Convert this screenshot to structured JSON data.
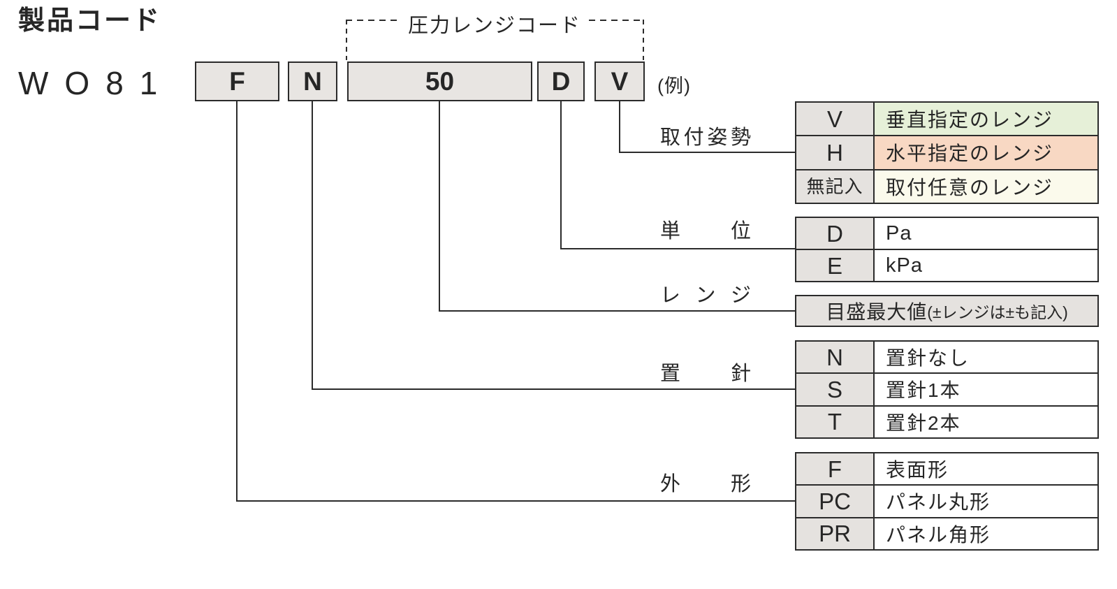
{
  "title": "製品コード",
  "code_prefix": "WO81",
  "example_label": "(例)",
  "range_code_label": "圧力レンジコード",
  "code_boxes": [
    {
      "label": "F"
    },
    {
      "label": "N"
    },
    {
      "label": "50"
    },
    {
      "label": "D"
    },
    {
      "label": "V"
    }
  ],
  "tables": [
    {
      "name": "mounting-posture",
      "label": "取付姿勢",
      "rows": [
        {
          "key": "V",
          "desc": "垂直指定のレンジ",
          "color": "green"
        },
        {
          "key": "H",
          "desc": "水平指定のレンジ",
          "color": "salmon"
        },
        {
          "key": "無記入",
          "desc": "取付任意のレンジ",
          "color": "ivory"
        }
      ]
    },
    {
      "name": "unit",
      "label": "単位",
      "rows": [
        {
          "key": "D",
          "desc": "Pa",
          "color": "white"
        },
        {
          "key": "E",
          "desc": "kPa",
          "color": "white"
        }
      ]
    },
    {
      "name": "range",
      "label": "レンジ",
      "note_main": "目盛最大値",
      "note_paren": "(±レンジは±も記入)"
    },
    {
      "name": "set-pointer",
      "label": "置針",
      "rows": [
        {
          "key": "N",
          "desc": "置針なし",
          "color": "white"
        },
        {
          "key": "S",
          "desc": "置針1本",
          "color": "white"
        },
        {
          "key": "T",
          "desc": "置針2本",
          "color": "white"
        }
      ]
    },
    {
      "name": "shape",
      "label": "外形",
      "rows": [
        {
          "key": "F",
          "desc": "表面形",
          "color": "white"
        },
        {
          "key": "PC",
          "desc": "パネル丸形",
          "color": "white"
        },
        {
          "key": "PR",
          "desc": "パネル角形",
          "color": "white"
        }
      ]
    }
  ],
  "colors": {
    "green": "#e6f0d8",
    "salmon": "#f8d8c3",
    "ivory": "#fbfaec",
    "white": "#ffffff",
    "key_bg": "#e5e2df",
    "box_bg": "#e8e5e2",
    "line": "#2b2b2b"
  }
}
